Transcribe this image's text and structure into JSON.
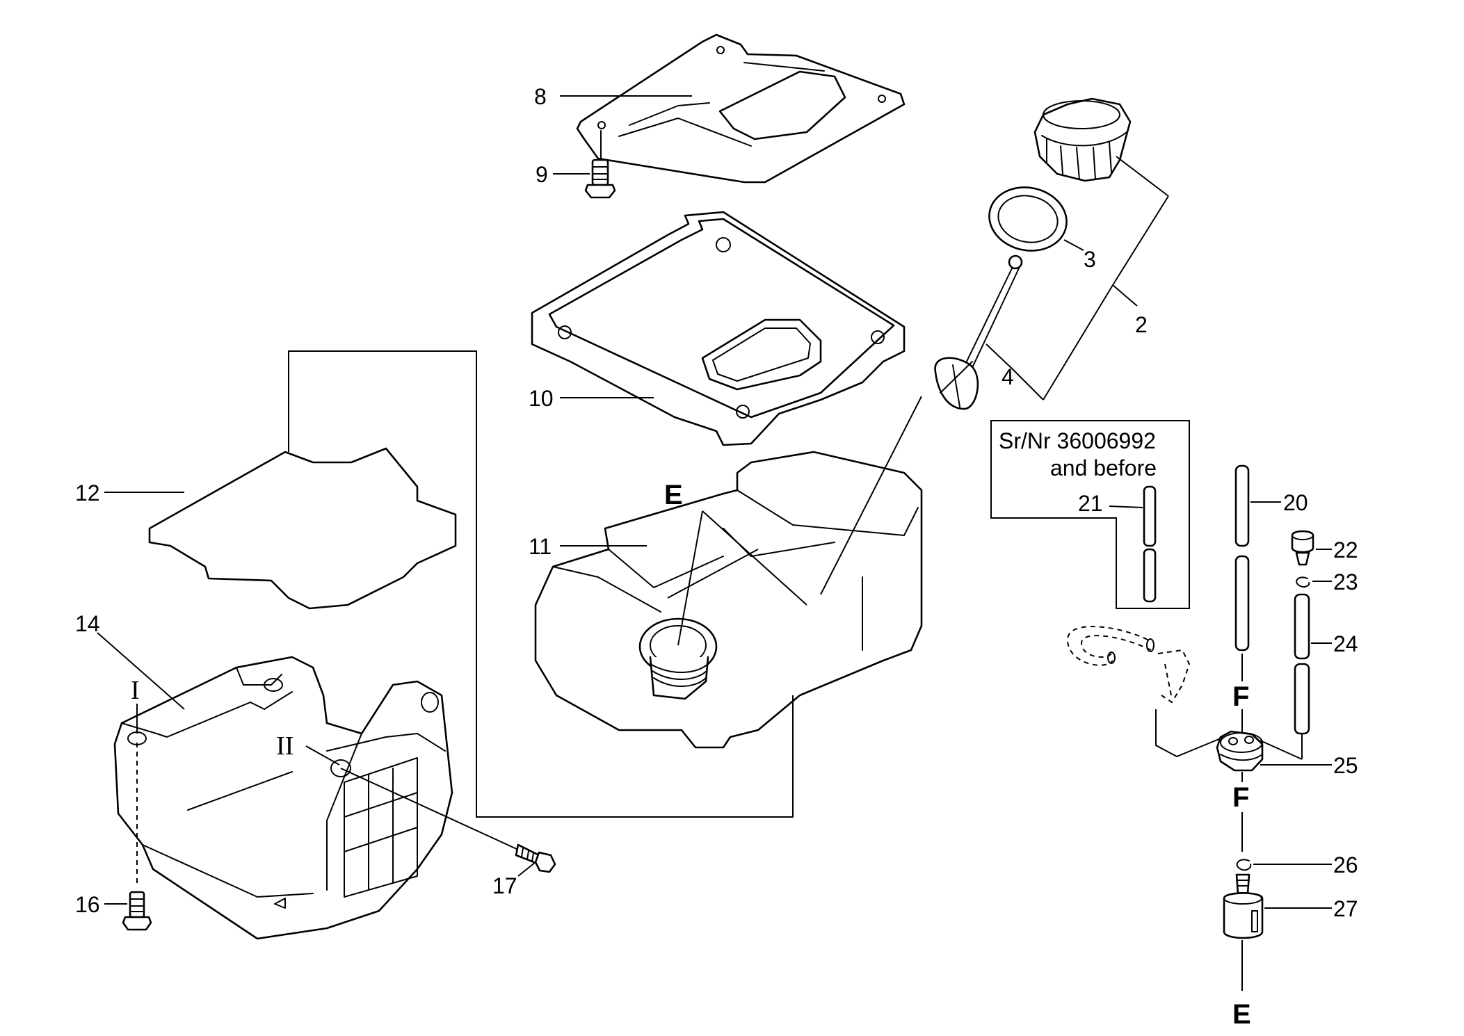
{
  "callouts": {
    "c2": "2",
    "c3": "3",
    "c4": "4",
    "c8": "8",
    "c9": "9",
    "c10": "10",
    "c11": "11",
    "c12": "12",
    "c14": "14",
    "c16": "16",
    "c17": "17",
    "c20": "20",
    "c21": "21",
    "c22": "22",
    "c23": "23",
    "c24": "24",
    "c25": "25",
    "c26": "26",
    "c27": "27"
  },
  "connectors": {
    "E_top": "E",
    "E_bottom": "E",
    "F_upper": "F",
    "F_lower": "F"
  },
  "roman": {
    "I": "I",
    "II": "II"
  },
  "serial_note": {
    "line1": "Sr/Nr 36006992",
    "line2": "and before"
  }
}
